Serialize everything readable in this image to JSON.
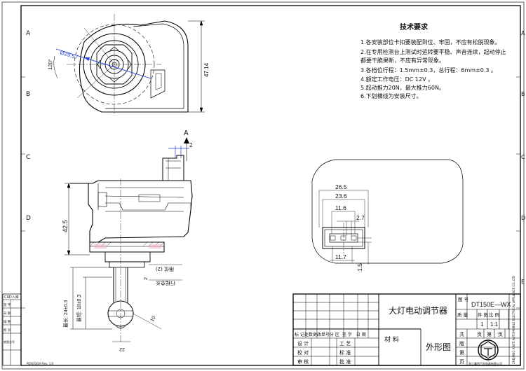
{
  "border": {
    "left_zones": [
      "A",
      "B",
      "C",
      "D"
    ],
    "right_zones": [
      "A",
      "B",
      "C",
      "D",
      "E"
    ],
    "left_strip": [
      "CAD入库",
      "签 字",
      "日 期",
      "描 图",
      "校 对",
      "底图总号"
    ],
    "bottom_left_note": "PDS01839 Rev. 1.0"
  },
  "requirements": {
    "title": "技术要求",
    "items": [
      "1.各安装部位卡扣要装配到位、牢固，不应有松脱现象。",
      "2.在专用检测台上测试时运转要平稳、声音连续，起动停止",
      "   都要干脆果断，不应有异常现象。",
      "3.各档位行程：1.5mm±0.3，总行程：6mm±0.3 。",
      "4.额定工作电压：DC 12V 。",
      "5.起动推力20N，最大推力60N。",
      "6.下划横线为安装尺寸。"
    ]
  },
  "top_view": {
    "diameter": "Ø29.57",
    "angle": "120°",
    "height": "47.14"
  },
  "side_view": {
    "section_mark": "A",
    "dim_top": "2",
    "dim_main": "42.5",
    "dim_small": "2",
    "dim_ball": "10",
    "dim_bottom": "22",
    "note1": "限位 (2)",
    "note2": "行程总长",
    "travel_label": "最长: 24±0.3",
    "travel_label2": "最短: 18±0.3"
  },
  "connector_view": {
    "dims": [
      "26.5",
      "23.6",
      "11.6",
      "2.7",
      "11.7",
      "1.5"
    ]
  },
  "title_block": {
    "part_name": "大灯电动调节器",
    "view_name": "外形图",
    "drawing_no_label": "图 号",
    "drawing_no": "DT150E—WX",
    "mass_label": "质 量",
    "count_label": "件 数",
    "ratio_label": "比 例",
    "count": "1",
    "ratio": "1:1",
    "total_label": "共",
    "page_label": "页",
    "version_label": "版",
    "sheet_label": "第",
    "material_label": "材 料",
    "rev_header": [
      "标 记",
      "处数",
      "更改单号",
      "分 区",
      "签 字",
      "日 期"
    ],
    "rows": [
      "设 计",
      "校 对",
      "审 核"
    ],
    "rows2": [
      "工 艺",
      "标 准",
      "批 准"
    ],
    "company_cn": "浙江鑫特汽车电器有限公司",
    "company_en": "ZHEJIANG XINTE AUTOMOBILE ELECTRICAL APPLIANCE CO.,LTD"
  }
}
